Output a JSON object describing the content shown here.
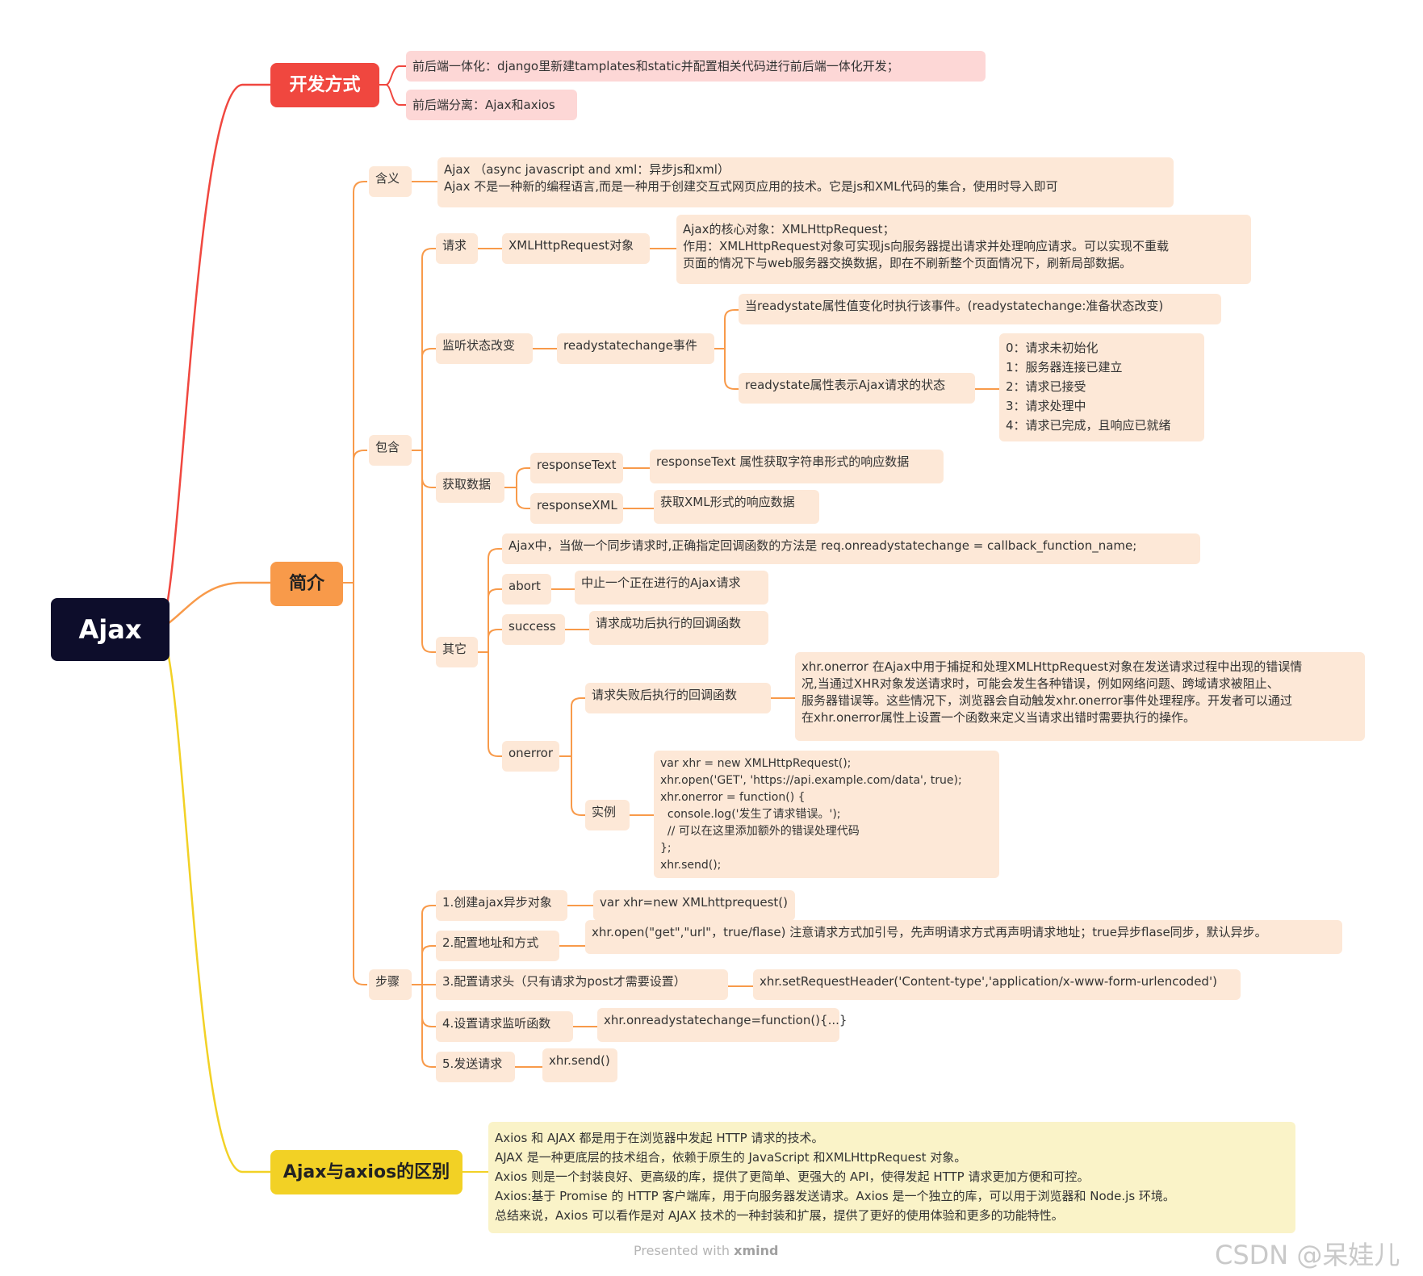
{
  "root": "Ajax",
  "dev": {
    "title": "开发方式",
    "item1": "前后端一体化：django里新建tamplates和static并配置相关代码进行前后端一体化开发；",
    "item2": "前后端分离：Ajax和axios"
  },
  "intro": {
    "title": "简介",
    "meaning": {
      "label": "含义",
      "text": "Ajax （async javascript and xml：异步js和xml）\nAjax 不是一种新的编程语言,而是一种用于创建交互式网页应用的技术。它是js和XML代码的集合，使用时导入即可"
    },
    "contains": {
      "label": "包含",
      "request": {
        "label": "请求",
        "obj": "XMLHttpRequest对象",
        "desc": "Ajax的核心对象：XMLHttpRequest；\n作用：XMLHttpRequest对象可实现js向服务器提出请求并处理响应请求。可以实现不重载\n页面的情况下与web服务器交换数据，即在不刷新整个页面情况下，刷新局部数据。"
      },
      "monitor": {
        "label": "监听状态改变",
        "event": "readystatechange事件",
        "desc1": "当readystate属性值变化时执行该事件。(readystatechange:准备状态改变)",
        "desc2": "readystate属性表示Ajax请求的状态",
        "states": "0：请求未初始化\n1：服务器连接已建立\n2：请求已接受\n3：请求处理中\n4：请求已完成，且响应已就绪"
      },
      "getdata": {
        "label": "获取数据",
        "rt": "responseText",
        "rt_desc": "responseText 属性获取字符串形式的响应数据",
        "rx": "responseXML",
        "rx_desc": "获取XML形式的响应数据"
      },
      "other": {
        "label": "其它",
        "sync": "Ajax中，当做一个同步请求时,正确指定回调函数的方法是 req.onreadystatechange = callback_function_name;",
        "abort": "abort",
        "abort_desc": "中止一个正在进行的Ajax请求",
        "success": "success",
        "success_desc": "请求成功后执行的回调函数",
        "onerror": "onerror",
        "onerror_desc": "请求失败后执行的回调函数",
        "onerror_detail": "xhr.onerror 在Ajax中用于捕捉和处理XMLHttpRequest对象在发送请求过程中出现的错误情\n况,当通过XHR对象发送请求时，可能会发生各种错误，例如网络问题、跨域请求被阻止、\n服务器错误等。这些情况下，浏览器会自动触发xhr.onerror事件处理程序。开发者可以通过\n在xhr.onerror属性上设置一个函数来定义当请求出错时需要执行的操作。",
        "example": "实例",
        "code": "var xhr = new XMLHttpRequest();\nxhr.open('GET', 'https://api.example.com/data', true);\nxhr.onerror = function() {\n  console.log('发生了请求错误。');\n  // 可以在这里添加额外的错误处理代码\n};\nxhr.send();"
      }
    },
    "steps": {
      "label": "步骤",
      "s1": "1.创建ajax异步对象",
      "s1_code": "var xhr=new XMLhttprequest()",
      "s2": "2.配置地址和方式",
      "s2_code": "xhr.open(\"get\",\"url\"，true/flase) 注意请求方式加引号，先声明请求方式再声明请求地址；true异步flase同步，默认异步。",
      "s3": "3.配置请求头（只有请求为post才需要设置）",
      "s3_code": "xhr.setRequestHeader('Content-type','application/x-www-form-urlencoded')",
      "s4": "4.设置请求监听函数",
      "s4_code": "xhr.onreadystatechange=function(){...}",
      "s5": "5.发送请求",
      "s5_code": "xhr.send()"
    }
  },
  "diff": {
    "title": "Ajax与axios的区别",
    "text": "Axios 和 AJAX 都是用于在浏览器中发起 HTTP 请求的技术。\nAJAX 是一种更底层的技术组合，依赖于原生的 JavaScript 和XMLHttpRequest 对象。\nAxios 则是一个封装良好、更高级的库，提供了更简单、更强大的 API，使得发起 HTTP 请求更加方便和可控。\nAxios:基于 Promise 的 HTTP 客户端库，用于向服务器发送请求。Axios 是一个独立的库，可以用于浏览器和 Node.js 环境。\n总结来说，Axios 可以看作是对 AJAX 技术的一种封装和扩展，提供了更好的使用体验和更多的功能特性。"
  },
  "footer": {
    "presented": "Presented with",
    "brand": "xmind",
    "watermark": "CSDN @呆娃儿"
  },
  "colors": {
    "root": "#0d0d2b",
    "red": "#f0473f",
    "orange": "#f89a4a",
    "yellow": "#f2d125"
  }
}
